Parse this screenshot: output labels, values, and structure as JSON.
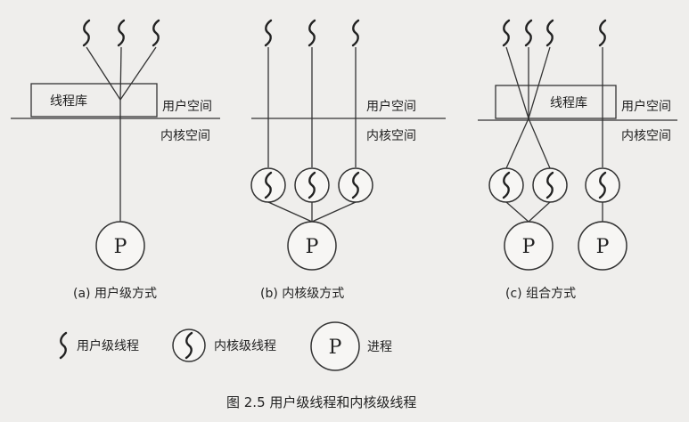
{
  "labels": {
    "thread_library": "线程库",
    "user_space": "用户空间",
    "kernel_space": "内核空间",
    "process_letter": "P"
  },
  "subfigures": {
    "a_caption": "(a) 用户级方式",
    "b_caption": "(b) 内核级方式",
    "c_caption": "(c) 组合方式"
  },
  "legend": {
    "user_thread": "用户级线程",
    "kernel_thread": "内核级线程",
    "process": "进程"
  },
  "figure_caption": "图 2.5    用户级线程和内核级线程"
}
